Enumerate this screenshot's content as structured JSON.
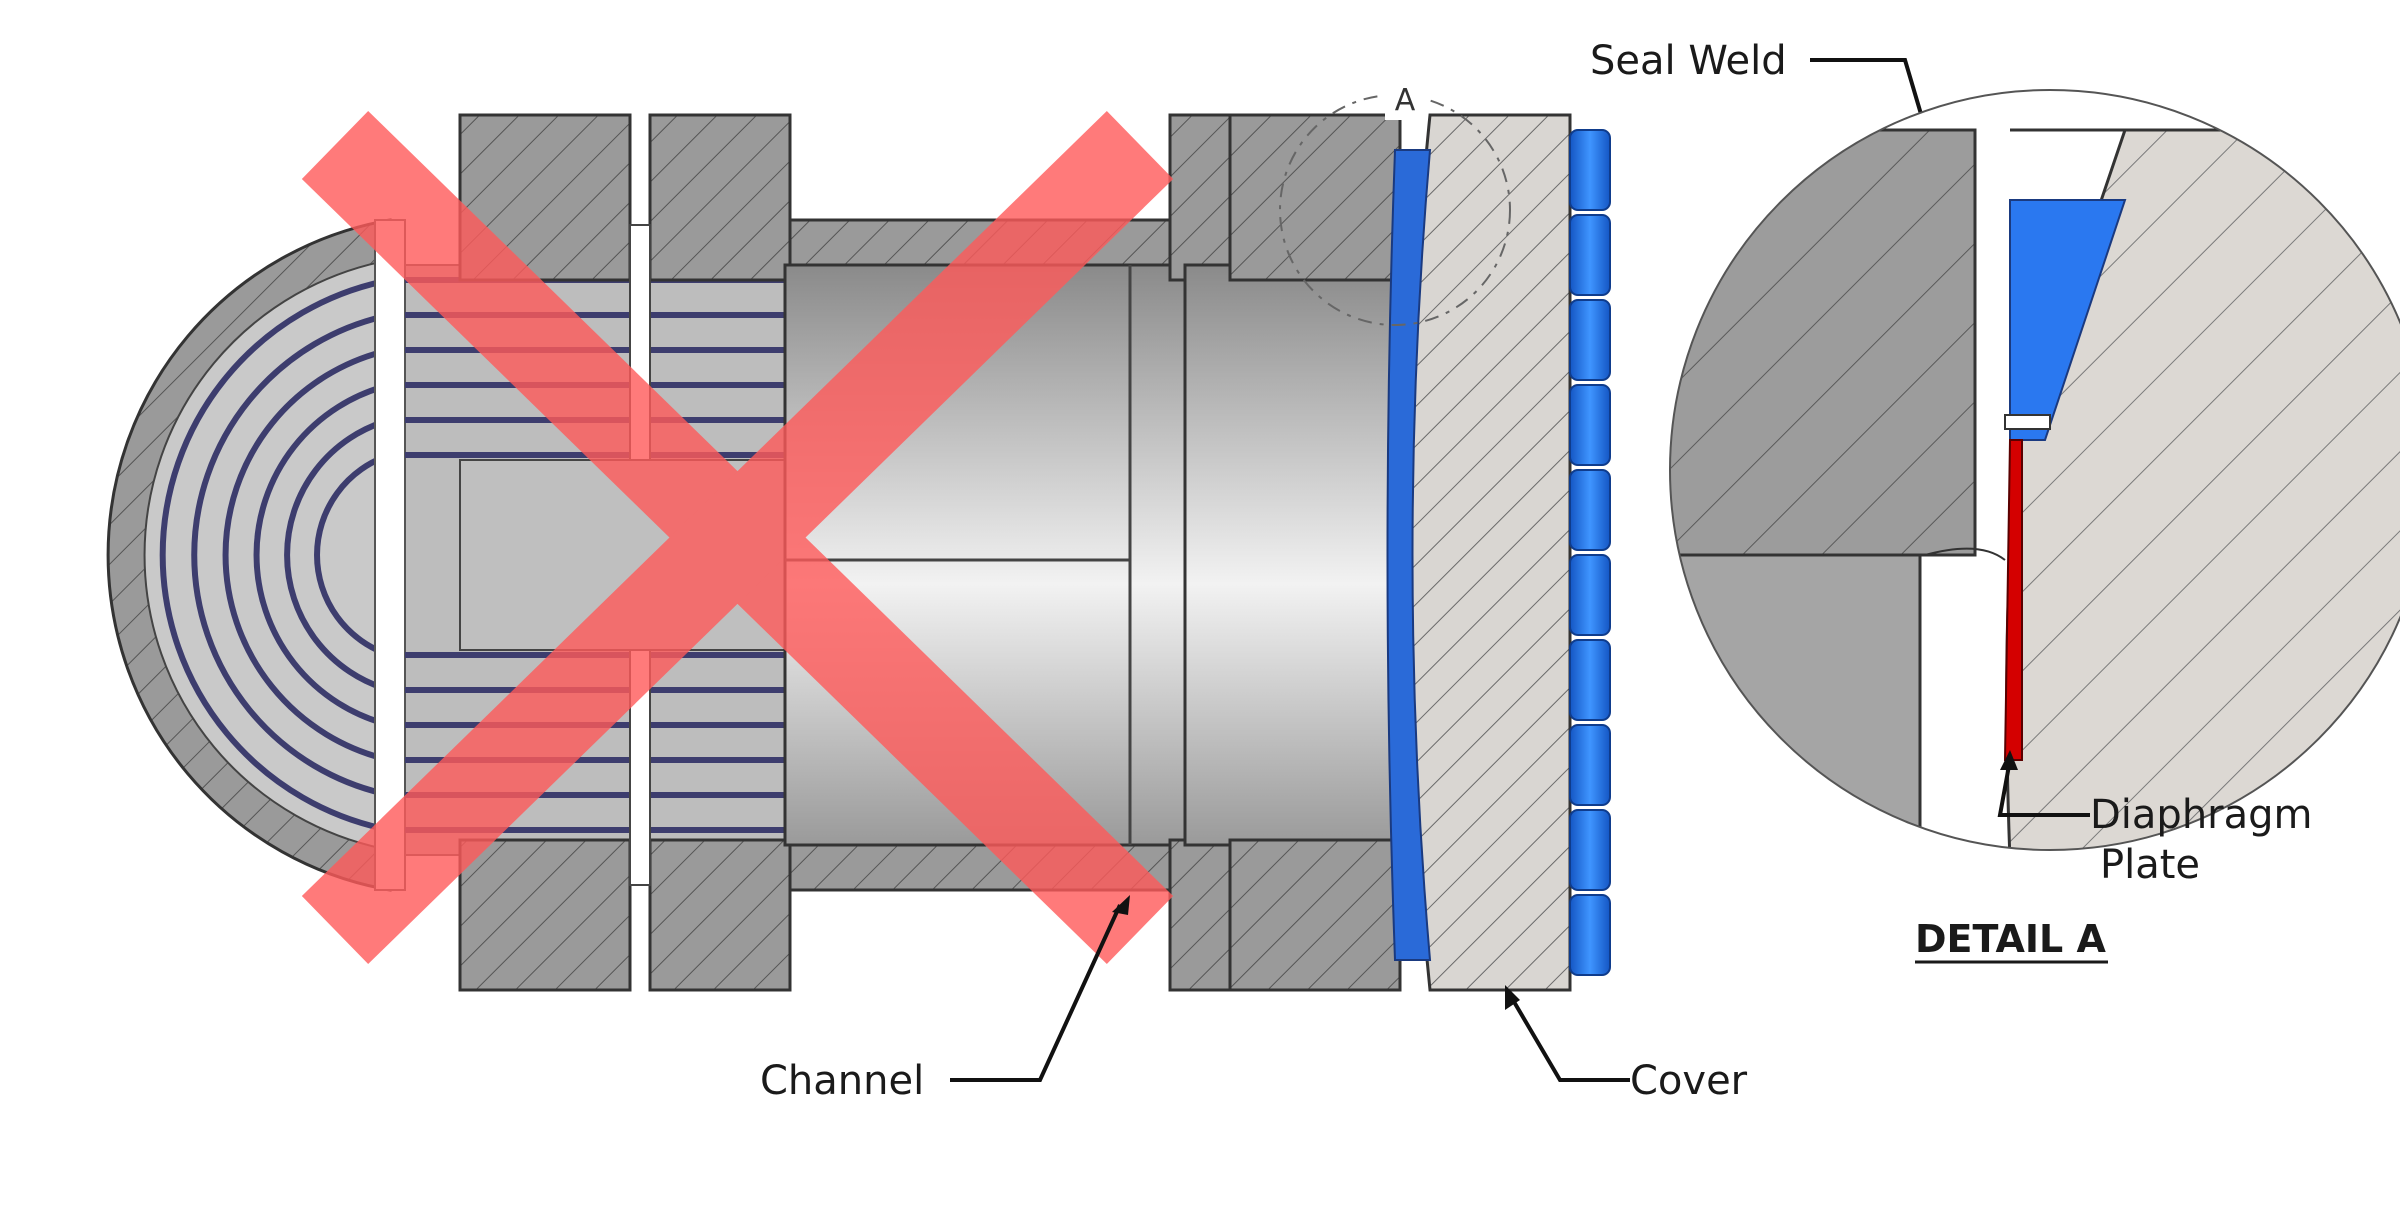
{
  "labels": {
    "seal_weld": "Seal Weld",
    "channel": "Channel",
    "cover": "Cover",
    "diaphragm_line1": "Diaphragm",
    "diaphragm_line2": "Plate",
    "detail_title": "DETAIL A",
    "detail_callout": "A"
  },
  "colors": {
    "steel_dark": "#8f8f8f",
    "steel_mid": "#a8a8a8",
    "steel_light": "#d9d6d2",
    "bolt_blue": "#1f6fe0",
    "bolt_blue_light": "#58a8ff",
    "diaphragm_red": "#d40000",
    "cross_red": "#ff5a5a",
    "outline": "#333333"
  },
  "icons": {
    "cross_mark": "x-mark-icon"
  }
}
